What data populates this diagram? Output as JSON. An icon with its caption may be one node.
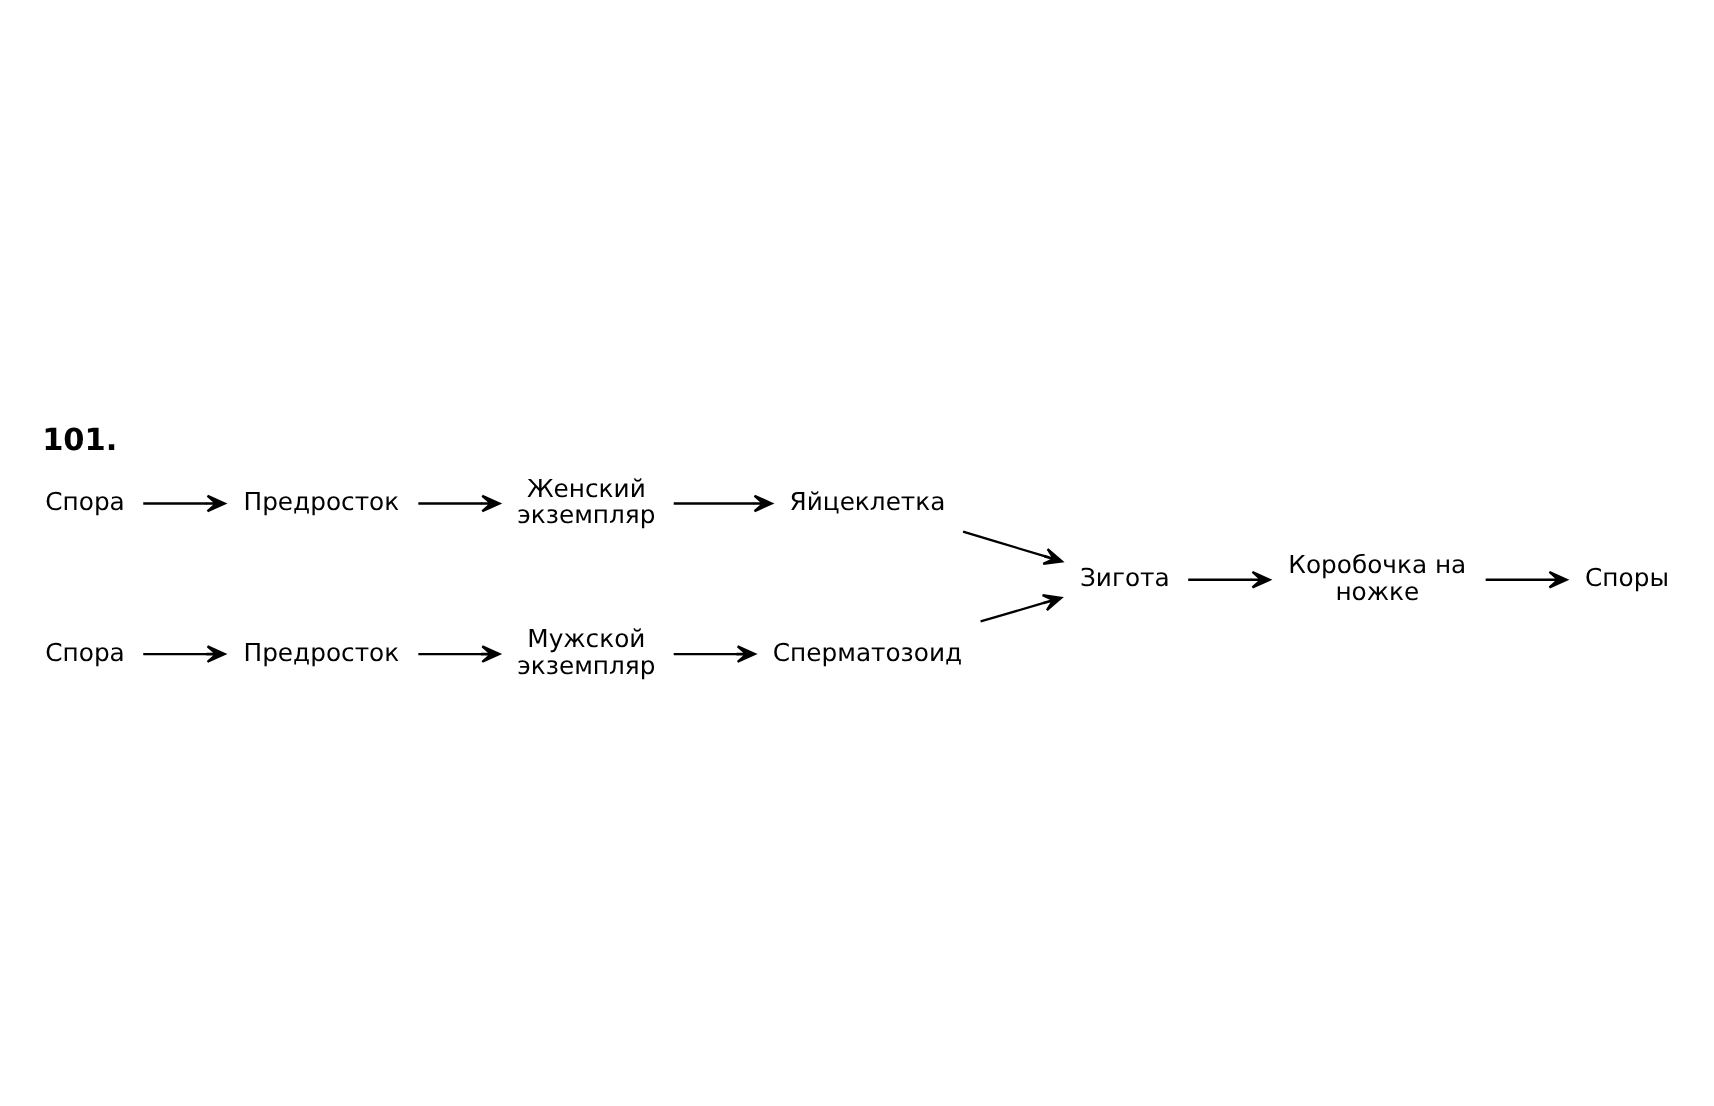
{
  "diagram": {
    "title": "101.",
    "nodes": [
      {
        "text": [
          "Спора"
        ]
      },
      {
        "text": [
          "Предросток"
        ]
      },
      {
        "text": [
          "Женский экземпляр"
        ]
      },
      {
        "text": [
          "Яйцеклетка"
        ]
      },
      {
        "text": [
          "Зигота"
        ]
      },
      {
        "text": [
          "Коробочка на ножке"
        ]
      },
      {
        "text": [
          "Споры"
        ]
      },
      {
        "text": [
          "Спора"
        ]
      },
      {
        "text": [
          "Предросток"
        ]
      },
      {
        "text": [
          "Мужской экземпляр"
        ]
      },
      {
        "text": [
          "Сперматозоид"
        ]
      }
    ],
    "edges": [
      {
        "from": 0,
        "to": 1,
        "arrow": "to"
      },
      {
        "from": 1,
        "to": 2,
        "arrow": "to"
      },
      {
        "from": 2,
        "to": 3,
        "arrow": "to"
      },
      {
        "from": 3,
        "to": 4,
        "arrow": "to"
      },
      {
        "from": 4,
        "to": 5,
        "arrow": "to"
      },
      {
        "from": 5,
        "to": 6,
        "arrow": "to"
      },
      {
        "from": 7,
        "to": 8,
        "arrow": "to"
      },
      {
        "from": 8,
        "to": 9,
        "arrow": "to"
      },
      {
        "from": 9,
        "to": 10,
        "arrow": "to"
      },
      {
        "from": 10,
        "to": 4,
        "arrow": "to"
      }
    ]
  }
}
